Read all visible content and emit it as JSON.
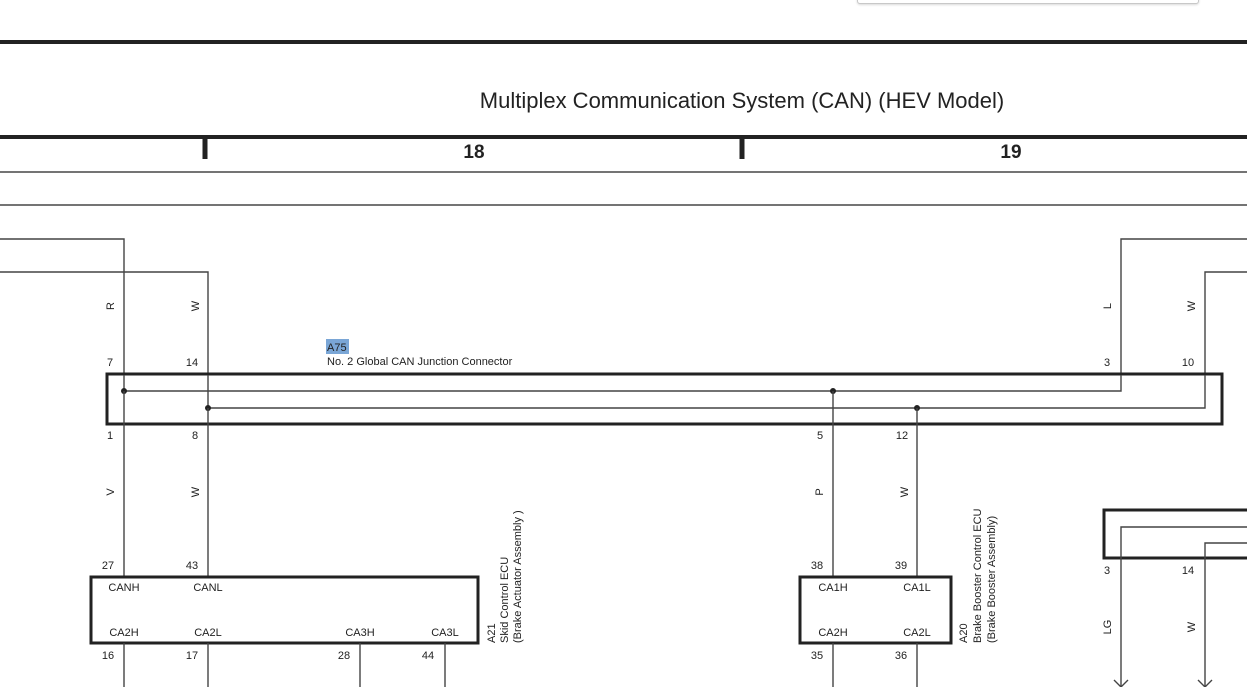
{
  "title": "Multiplex Communication System (CAN) (HEV Model)",
  "page_numbers": [
    "18",
    "19"
  ],
  "junction_connector": {
    "code": "A75",
    "name": "No. 2 Global CAN Junction Connector",
    "top_pins": [
      "7",
      "14",
      "3",
      "10"
    ],
    "bottom_pins": [
      "1",
      "8",
      "5",
      "12"
    ]
  },
  "wire_colors": {
    "top_left_1": "R",
    "top_left_2": "W",
    "top_right_1": "L",
    "top_right_2": "W",
    "bottom_left_1": "V",
    "bottom_left_2": "W",
    "bottom_mid_1": "P",
    "bottom_mid_2": "W",
    "right_1": "LG",
    "right_2": "W"
  },
  "skid_ecu": {
    "code": "A21",
    "name": "Skid Control ECU",
    "sub": "(Brake Actuator Assembly )",
    "top_pins": [
      "27",
      "43"
    ],
    "top_signals": [
      "CANH",
      "CANL"
    ],
    "bottom_signals": [
      "CA2H",
      "CA2L",
      "CA3H",
      "CA3L"
    ],
    "bottom_pins": [
      "16",
      "17",
      "28",
      "44"
    ]
  },
  "booster_ecu": {
    "code": "A20",
    "name": "Brake Booster Control ECU",
    "sub": "(Brake Booster Assembly)",
    "top_pins": [
      "38",
      "39"
    ],
    "top_signals": [
      "CA1H",
      "CA1L"
    ],
    "bottom_signals": [
      "CA2H",
      "CA2L"
    ],
    "bottom_pins": [
      "35",
      "36"
    ]
  },
  "right_connector": {
    "pins": [
      "3",
      "14"
    ]
  }
}
